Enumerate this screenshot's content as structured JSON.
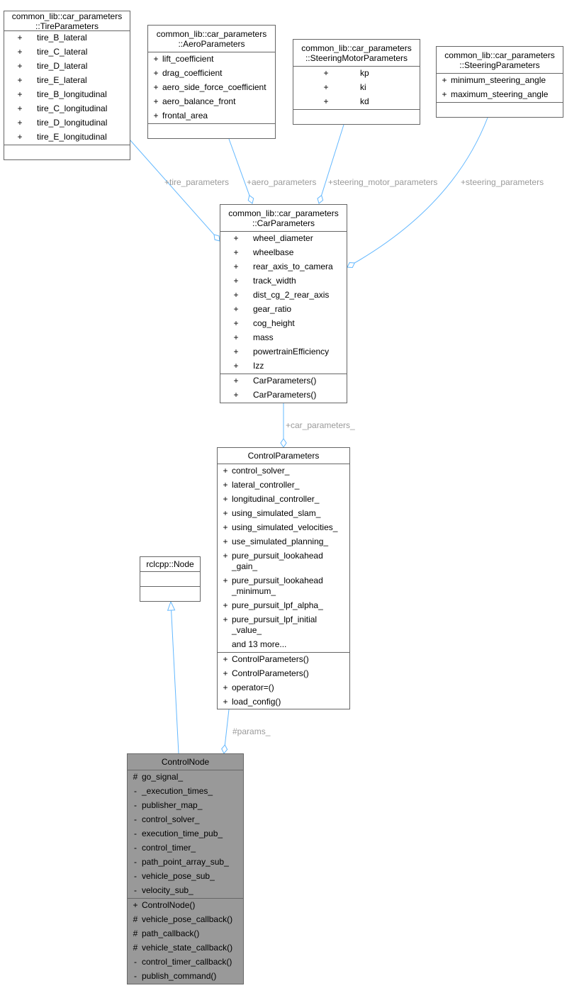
{
  "colors": {
    "edge": "#63b8ff",
    "highlight_fill": "#999999",
    "border": "#666666",
    "edge_label": "#9a9a9a"
  },
  "classes": {
    "tire": {
      "title": [
        "common_lib::car_parameters",
        "::TireParameters"
      ],
      "attributes": [
        [
          "+",
          "tire_B_lateral"
        ],
        [
          "+",
          "tire_C_lateral"
        ],
        [
          "+",
          "tire_D_lateral"
        ],
        [
          "+",
          "tire_E_lateral"
        ],
        [
          "+",
          "tire_B_longitudinal"
        ],
        [
          "+",
          "tire_C_longitudinal"
        ],
        [
          "+",
          "tire_D_longitudinal"
        ],
        [
          "+",
          "tire_E_longitudinal"
        ]
      ],
      "methods": []
    },
    "aero": {
      "title": [
        "common_lib::car_parameters",
        "::AeroParameters"
      ],
      "attributes": [
        [
          "+",
          "lift_coefficient"
        ],
        [
          "+",
          "drag_coefficient"
        ],
        [
          "+",
          "aero_side_force_coefficient"
        ],
        [
          "+",
          "aero_balance_front"
        ],
        [
          "+",
          "frontal_area"
        ]
      ],
      "methods": []
    },
    "motor": {
      "title": [
        "common_lib::car_parameters",
        "::SteeringMotorParameters"
      ],
      "attributes": [
        [
          "+",
          "kp"
        ],
        [
          "+",
          "ki"
        ],
        [
          "+",
          "kd"
        ]
      ],
      "methods": []
    },
    "steer": {
      "title": [
        "common_lib::car_parameters",
        "::SteeringParameters"
      ],
      "attributes": [
        [
          "+",
          "minimum_steering_angle"
        ],
        [
          "+",
          "maximum_steering_angle"
        ]
      ],
      "methods": []
    },
    "car": {
      "title": [
        "common_lib::car_parameters",
        "::CarParameters"
      ],
      "attributes": [
        [
          "+",
          "wheel_diameter"
        ],
        [
          "+",
          "wheelbase"
        ],
        [
          "+",
          "rear_axis_to_camera"
        ],
        [
          "+",
          "track_width"
        ],
        [
          "+",
          "dist_cg_2_rear_axis"
        ],
        [
          "+",
          "gear_ratio"
        ],
        [
          "+",
          "cog_height"
        ],
        [
          "+",
          "mass"
        ],
        [
          "+",
          "powertrainEfficiency"
        ],
        [
          "+",
          "Izz"
        ]
      ],
      "methods": [
        [
          "+",
          "CarParameters()"
        ],
        [
          "+",
          "CarParameters()"
        ]
      ]
    },
    "cp": {
      "title": [
        "ControlParameters"
      ],
      "attributes": [
        [
          "+",
          "control_solver_"
        ],
        [
          "+",
          "lateral_controller_"
        ],
        [
          "+",
          "longitudinal_controller_"
        ],
        [
          "+",
          "using_simulated_slam_"
        ],
        [
          "+",
          "using_simulated_velocities_"
        ],
        [
          "+",
          "use_simulated_planning_"
        ],
        [
          "+",
          "pure_pursuit_lookahead\n_gain_"
        ],
        [
          "+",
          "pure_pursuit_lookahead\n_minimum_"
        ],
        [
          "+",
          "pure_pursuit_lpf_alpha_"
        ],
        [
          "+",
          "pure_pursuit_lpf_initial\n_value_"
        ],
        [
          "",
          "and 13 more..."
        ]
      ],
      "methods": [
        [
          "+",
          "ControlParameters()"
        ],
        [
          "+",
          "ControlParameters()"
        ],
        [
          "+",
          "operator=()"
        ],
        [
          "+",
          "load_config()"
        ]
      ]
    },
    "node": {
      "title": [
        "rclcpp::Node"
      ],
      "attributes": [],
      "methods": []
    },
    "cn": {
      "title": [
        "ControlNode"
      ],
      "attributes": [
        [
          "#",
          "go_signal_"
        ],
        [
          "-",
          "_execution_times_"
        ],
        [
          "-",
          "publisher_map_"
        ],
        [
          "-",
          "control_solver_"
        ],
        [
          "-",
          "execution_time_pub_"
        ],
        [
          "-",
          "control_timer_"
        ],
        [
          "-",
          "path_point_array_sub_"
        ],
        [
          "-",
          "vehicle_pose_sub_"
        ],
        [
          "-",
          "velocity_sub_"
        ]
      ],
      "methods": [
        [
          "+",
          "ControlNode()"
        ],
        [
          "#",
          "vehicle_pose_callback()"
        ],
        [
          "#",
          "path_callback()"
        ],
        [
          "#",
          "vehicle_state_callback()"
        ],
        [
          "-",
          "control_timer_callback()"
        ],
        [
          "-",
          "publish_command()"
        ]
      ]
    }
  },
  "edges": {
    "tire": "+tire_parameters",
    "aero": "+aero_parameters",
    "motor": "+steering_motor_parameters",
    "steer": "+steering_parameters",
    "car": "+car_parameters_",
    "params": "#params_"
  }
}
